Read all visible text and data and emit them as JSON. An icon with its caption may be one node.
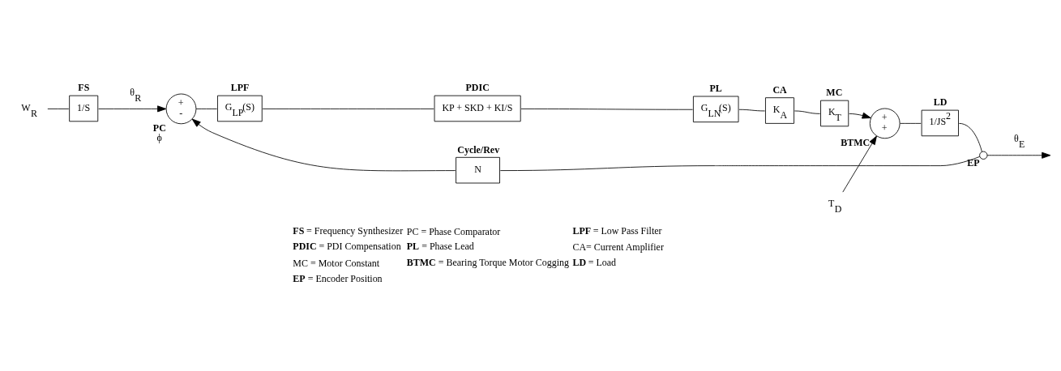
{
  "diagram": {
    "nodes": [
      {
        "text": [
          "W$_{R}$"
        ]
      },
      {
        "text": [
          "1/S"
        ],
        "beside": [
          "FS"
        ]
      },
      {
        "text": [
          "+",
          "-"
        ],
        "beside": [
          "PC",
          "ϕ"
        ]
      },
      {
        "text": [
          "G$_{LP}$(S)"
        ],
        "beside": [
          "LPF"
        ]
      },
      {
        "text": [
          "KP + SKD + KI/S"
        ],
        "beside": [
          "PDIC"
        ]
      },
      {
        "text": [
          "G$_{LN}$(S)"
        ],
        "beside": [
          "PL"
        ]
      },
      {
        "text": [
          "K$_{A}$"
        ],
        "beside": [
          "CA"
        ]
      },
      {
        "text": [
          "K$_{T}$"
        ],
        "beside": [
          "MC"
        ]
      },
      {
        "text": [
          "+",
          "+"
        ],
        "beside": [
          "BTMC"
        ]
      },
      {
        "text": [
          "T$_{D}$"
        ]
      },
      {
        "text": [
          "1/JS$^{2}$"
        ],
        "beside": [
          "LD"
        ]
      },
      {
        "text": [],
        "shape": "circle",
        "beside": [
          "EP"
        ]
      },
      {
        "text": [
          "N"
        ],
        "beside": [
          "Cycle/Rev"
        ]
      }
    ],
    "edges": [
      {
        "from": 0,
        "to": 1,
        "arrow": "none"
      },
      {
        "from": 1,
        "to": 2,
        "arrow": "to",
        "label": "θ$_{R}$"
      },
      {
        "from": 2,
        "to": 3,
        "arrow": "none"
      },
      {
        "from": 3,
        "to": 4,
        "arrow": "none"
      },
      {
        "from": 4,
        "to": 5,
        "arrow": "none"
      },
      {
        "from": 5,
        "to": 6,
        "arrow": "none"
      },
      {
        "from": 6,
        "to": 7,
        "arrow": "none"
      },
      {
        "from": 7,
        "to": 8,
        "arrow": "to"
      },
      {
        "from": 9,
        "to": 8,
        "arrow": "to"
      },
      {
        "from": 8,
        "to": 10,
        "arrow": "none"
      },
      {
        "from": 10,
        "to": 11,
        "arrow": "none"
      },
      {
        "from": 11,
        "to": null,
        "arrow": "to",
        "label": "θ$_{E}$"
      },
      {
        "from": 11,
        "to": 12,
        "arrow": "none"
      },
      {
        "from": 12,
        "to": 2,
        "arrow": "to"
      }
    ],
    "labels": [
      "**FS** = Frequency Synthesizer",
      "PC = Phase Comparator",
      "**LPF** = Low Pass Filter",
      "**PDIC** = PDI Compensation",
      "**PL** = Phase Lead",
      "CA= Current Amplifier",
      "MC = Motor Constant",
      "**BTMC** = Bearing Torque Motor Cogging",
      "**LD** = Load",
      "**EP** = Encoder Position"
    ]
  }
}
